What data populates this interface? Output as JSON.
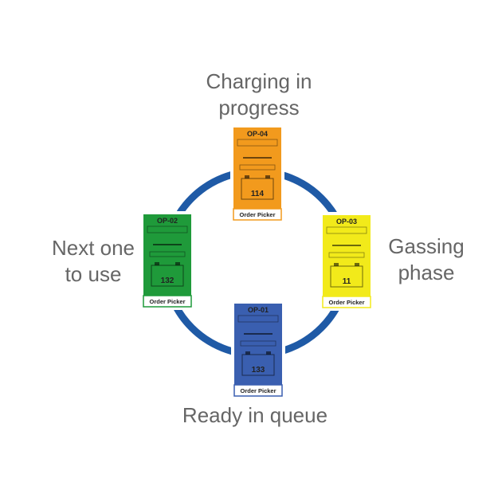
{
  "colors": {
    "ring": "#1f5aa6",
    "orange": "#f29a1d",
    "yellow": "#f2ea1a",
    "green": "#1f9a3a",
    "blue": "#3a5fb0",
    "label_text": "#666666"
  },
  "stages": {
    "top": {
      "lines": [
        "Charging in",
        "progress"
      ]
    },
    "right": {
      "lines": [
        "Gassing",
        "phase"
      ]
    },
    "bottom": {
      "lines": [
        "Ready in queue"
      ]
    },
    "left": {
      "lines": [
        "Next one",
        "to use"
      ]
    }
  },
  "batteries": {
    "top": {
      "id": "OP-04",
      "number": "114",
      "footer": "Order Picker",
      "color_key": "orange"
    },
    "right": {
      "id": "OP-03",
      "number": "11",
      "footer": "Order Picker",
      "color_key": "yellow"
    },
    "bottom": {
      "id": "OP-01",
      "number": "133",
      "footer": "Order Picker",
      "color_key": "blue"
    },
    "left": {
      "id": "OP-02",
      "number": "132",
      "footer": "Order Picker",
      "color_key": "green"
    }
  }
}
